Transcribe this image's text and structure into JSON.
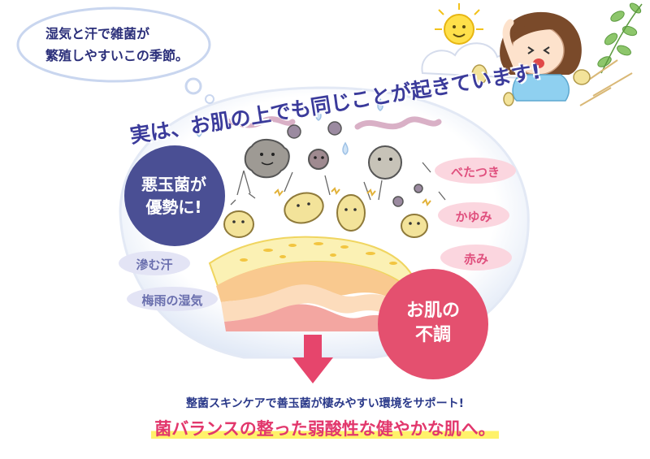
{
  "speech_bubble": {
    "line1": "湿気と汗で雑菌が",
    "line2": "繁殖しやすいこの季節。"
  },
  "headline": "実は、お肌の上でも同じことが起きています!",
  "bad_bacteria": {
    "line1": "悪玉菌が",
    "line2": "優勢に!"
  },
  "causes": [
    {
      "label": "滲む汗"
    },
    {
      "label": "梅雨の湿気"
    }
  ],
  "symptoms": [
    {
      "label": "べたつき"
    },
    {
      "label": "かゆみ"
    },
    {
      "label": "赤み"
    }
  ],
  "skin_trouble": {
    "line1": "お肌の",
    "line2": "不調"
  },
  "support_text": "整菌スキンケアで善玉菌が棲みやすい環境をサポート!",
  "tagline": "菌バランスの整った弱酸性な健やかな肌へ。",
  "colors": {
    "navy": "#4a4f94",
    "pink": "#e4506f",
    "pill_pink": "#fbd6df",
    "pill_blue": "#e3e4f5",
    "arrow": "#e6456c",
    "highlight": "#fff26a"
  }
}
